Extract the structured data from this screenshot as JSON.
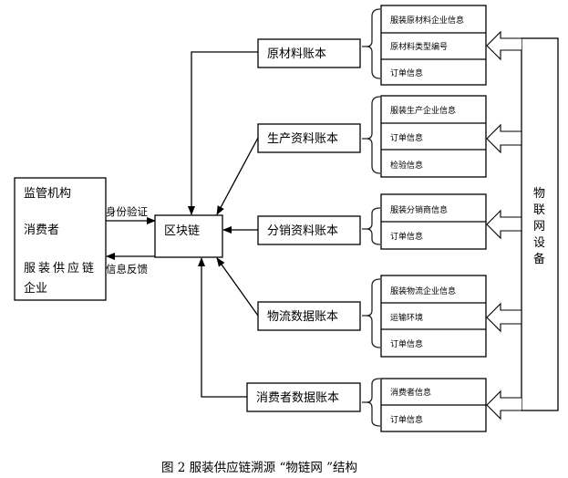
{
  "left_box": {
    "lines": [
      "监管机构",
      "消费者",
      "服装供应链",
      "企业"
    ]
  },
  "arrows": {
    "identity_verification": "身份验证",
    "info_feedback": "信息反馈"
  },
  "blockchain": {
    "label": "区块链"
  },
  "ledgers": [
    {
      "label": "原材料账本",
      "items": [
        "服装原材料企业信息",
        "原材料类型编号",
        "订单信息"
      ]
    },
    {
      "label": "生产资料账本",
      "items": [
        "服装生产企业信息",
        "订单信息",
        "检验信息"
      ]
    },
    {
      "label": "分销资料账本",
      "items": [
        "服装分销商信息",
        "订单信息"
      ]
    },
    {
      "label": "物流数据账本",
      "items": [
        "服装物流企业信息",
        "运输环境",
        "订单信息"
      ]
    },
    {
      "label": "消费者数据账本",
      "items": [
        "消费者信息",
        "订单信息"
      ]
    }
  ],
  "iot_device": {
    "label": [
      "物",
      "联",
      "网",
      "设",
      "备"
    ]
  },
  "caption": "图 2  服装供应链溯源 “物链网 ”结构"
}
